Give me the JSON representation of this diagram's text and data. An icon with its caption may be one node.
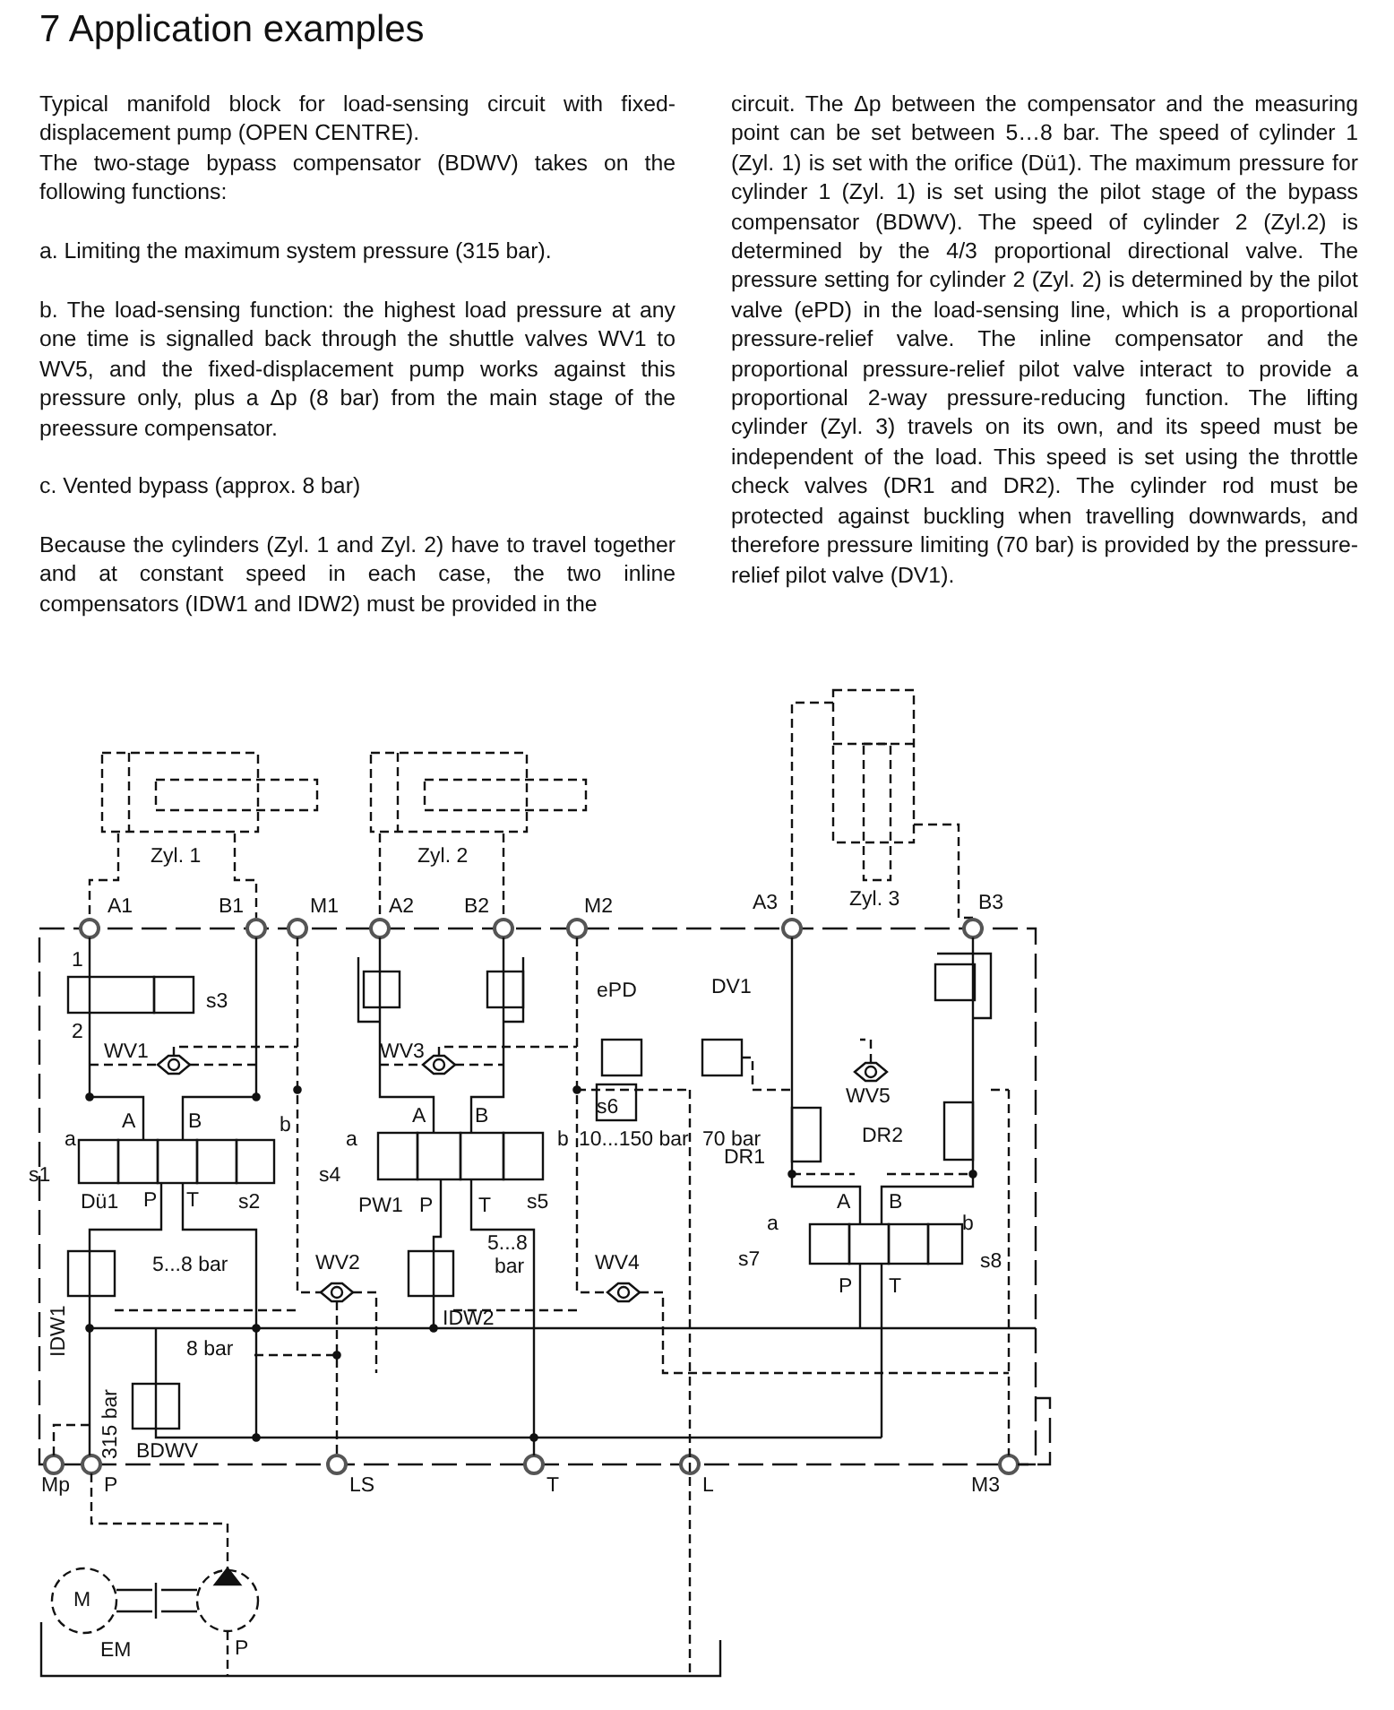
{
  "diagram": {
    "title": "7 Application examples",
    "labels": [
      "Typical manifold block for load-sensing circuit with fixed-displacement pump (OPEN CENTRE).",
      "The two-stage bypass compensator (BDWV) takes on the following functions:",
      "a. Limiting the maximum system pressure (315 bar).",
      "b. The load-sensing function: the highest load pressure at any one time is signalled back through the shuttle valves WV1 to WV5, and the fixed-displacement pump works against this pressure only, plus a Δp (8 bar) from the main stage of the preessure compensator.",
      "c. Vented bypass (approx. 8 bar)",
      "Because the cylinders (Zyl. 1 and Zyl. 2) have to travel together and at constant speed in each case, the two inline compensators (IDW1 and IDW2) must be provided in the",
      "circuit. The Δp between the compensator and the measuring point can be set between 5…8 bar. The speed of cylinder 1 (Zyl. 1) is set with the orifice (Dü1). The maximum pressure for cylinder 1 (Zyl. 1) is set using the pilot stage of the bypass compensator (BDWV). The speed of cylinder 2 (Zyl.2) is determined by the 4/3 proportional directional valve. The pressure setting for cylinder 2 (Zyl. 2) is determined by the pilot valve (ePD) in the load-sensing line, which is a proportional pressure-relief valve. The inline compensator and the proportional pressure-relief pilot valve interact to provide a proportional 2-way pressure-reducing function. The lifting cylinder (Zyl. 3) travels on its own, and its speed must be independent of the load. This speed is set using the throttle check valves (DR1 and DR2). The cylinder rod must be protected against buckling when travelling downwards, and therefore pressure limiting (70 bar) is provided by the pressure-relief pilot valve (DV1).",
      "Zyl. 1",
      "Zyl. 2",
      "A1",
      "B1",
      "M1",
      "A2",
      "B2",
      "M2",
      "A3",
      "Zyl. 3",
      "B3",
      "1",
      "s3",
      "2",
      "ePD",
      "DV1",
      "WV1",
      "WV3",
      "s6",
      "10...150 bar",
      "70 bar",
      "WV5",
      "DR2",
      "DR1",
      "a",
      "A",
      "B",
      "b",
      "s1",
      "Dü1",
      "P",
      "T",
      "s2",
      "a",
      "A",
      "B",
      "b",
      "s4",
      "PW1",
      "P",
      "T",
      "s5",
      "A",
      "B",
      "a",
      "b",
      "s7",
      "s8",
      "P",
      "T",
      "5...8",
      "5...8 bar",
      "WV2",
      "bar",
      "WV4",
      "IDW2",
      "IDW1",
      "8 bar",
      "315 bar",
      "BDWV",
      "Mp",
      "P",
      "LS",
      "T",
      "L",
      "M3",
      "M",
      "EM",
      "P"
    ]
  }
}
